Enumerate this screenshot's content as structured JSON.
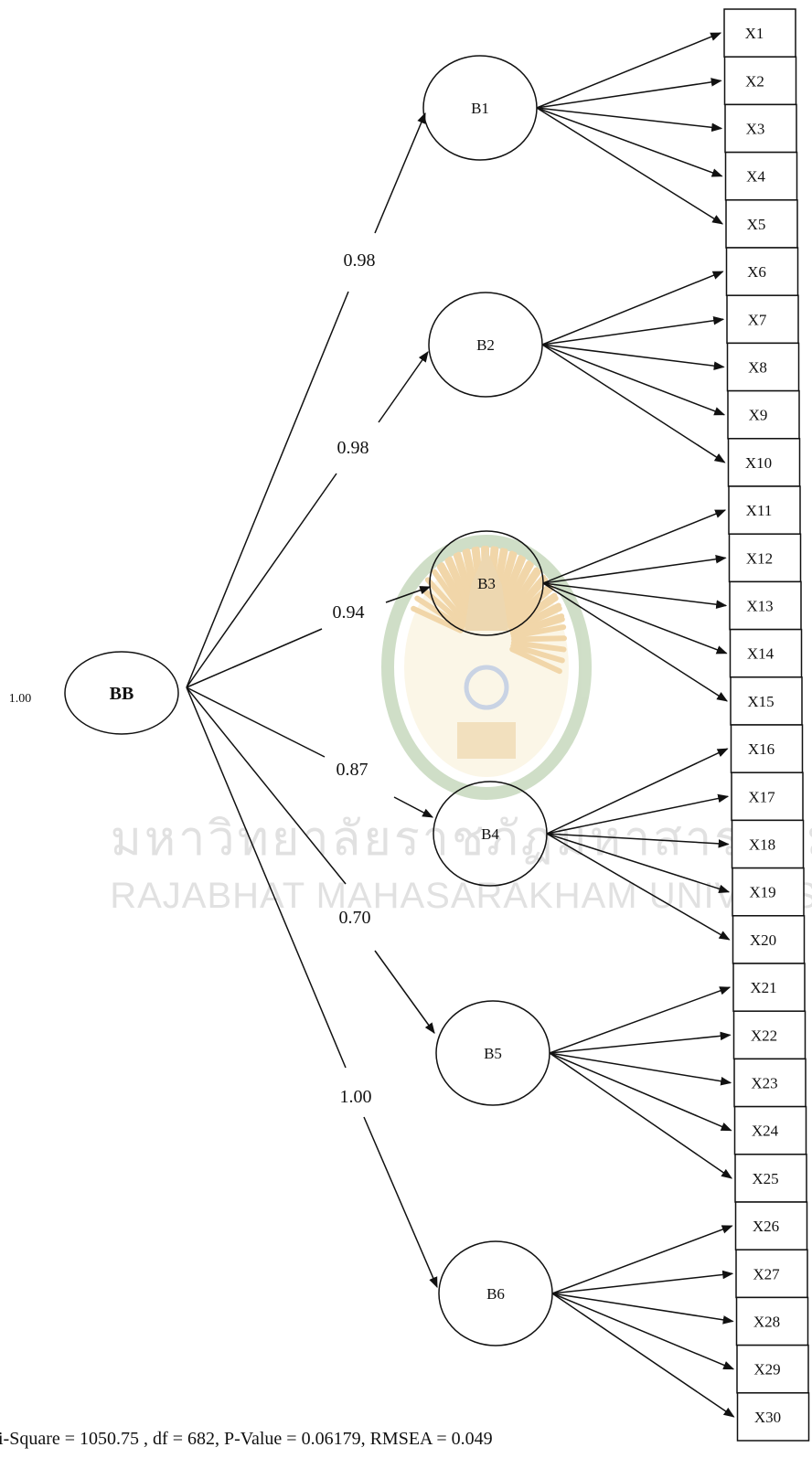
{
  "root": {
    "label": "BB",
    "variance": "1.00"
  },
  "factors": [
    {
      "label": "B1",
      "loading": "0.98",
      "indicators": [
        "X1",
        "X2",
        "X3",
        "X4",
        "X5"
      ]
    },
    {
      "label": "B2",
      "loading": "0.98",
      "indicators": [
        "X6",
        "X7",
        "X8",
        "X9",
        "X10"
      ]
    },
    {
      "label": "B3",
      "loading": "0.94",
      "indicators": [
        "X11",
        "X12",
        "X13",
        "X14",
        "X15"
      ]
    },
    {
      "label": "B4",
      "loading": "0.87",
      "indicators": [
        "X16",
        "X17",
        "X18",
        "X19",
        "X20"
      ]
    },
    {
      "label": "B5",
      "loading": "0.70",
      "indicators": [
        "X21",
        "X22",
        "X23",
        "X24",
        "X25"
      ]
    },
    {
      "label": "B6",
      "loading": "1.00",
      "indicators": [
        "X26",
        "X27",
        "X28",
        "X29",
        "X30"
      ]
    }
  ],
  "fit_statistics": "i-Square = 1050.75 , df = 682, P-Value = 0.06179, RMSEA = 0.049",
  "watermark": {
    "thai_text": "มหาวิทยาลัยราชภัฏมหาสารคาม",
    "english_text": "RAJABHAT MAHASARAKHAM UNIVERSITY",
    "emblem": "university-seal"
  },
  "colors": {
    "line": "#111111",
    "watermark_seal": "#e8c78a",
    "watermark_ring": "#a9c49a"
  }
}
